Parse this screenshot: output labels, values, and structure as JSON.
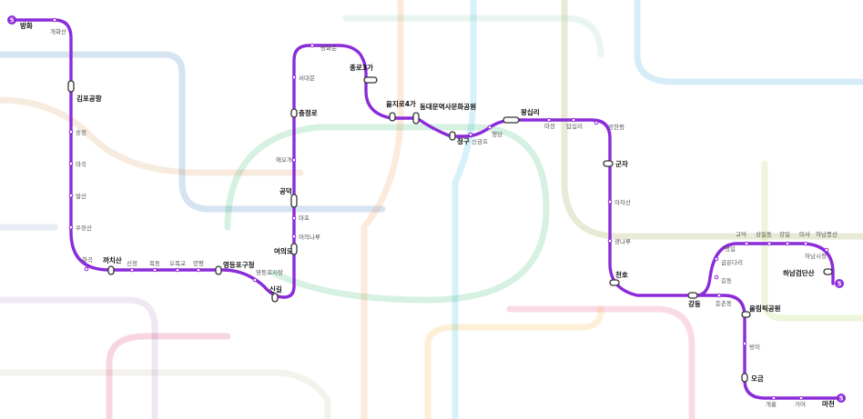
{
  "line": {
    "number": "5",
    "color": "#8b2bd9"
  },
  "stations": {
    "banghwa": "방화",
    "gaehwasan": "개화산",
    "gimpo": "김포공항",
    "songjeong": "송정",
    "magok": "마곡",
    "balsan": "발산",
    "ujangsan": "우장산",
    "hwagok": "화곡",
    "kkachisan": "까치산",
    "sinjeong": "신정",
    "mokdong": "목동",
    "omokgyo": "오목교",
    "yangpyeong": "양평",
    "yeongdeungpo_gu": "영등포구청",
    "yeongdeungpo_market": "영등포시장",
    "singil": "신길",
    "yeouido": "여의도",
    "yeouinaru": "여의나루",
    "mapo": "마포",
    "gongdeok": "공덕",
    "aeogae": "애오개",
    "chungjeongno": "충정로",
    "seodaemun": "서대문",
    "gwanghwamun": "광화문",
    "jongno3ga": "종로3가",
    "euljiro4ga": "을지로4가",
    "ddp": "동대문역사문화공원",
    "cheonggu": "청구",
    "singeumho": "신금호",
    "haengdang": "행당",
    "wangsimni": "왕십리",
    "majang": "마장",
    "dapsimni": "답십리",
    "janghanpyeong": "장한평",
    "gunja": "군자",
    "achasan": "아차산",
    "gwangnaru": "광나루",
    "cheonho": "천호",
    "gangdong": "강동",
    "gildong": "길동",
    "gubeundari": "굽은다리",
    "myeongil": "명일",
    "godeok": "고덕",
    "sangil": "상일동",
    "gangil": "강일",
    "misa": "미사",
    "hanam_pungsan": "하남풍산",
    "hanam_sicheong": "하남시청",
    "hanam_geomdansan": "하남검단산",
    "dunchon": "둔촌동",
    "olympic_park": "올림픽공원",
    "bangi": "방이",
    "ogeum": "오금",
    "gaerong": "개롱",
    "geoeo": "거여",
    "macheon": "마천"
  }
}
